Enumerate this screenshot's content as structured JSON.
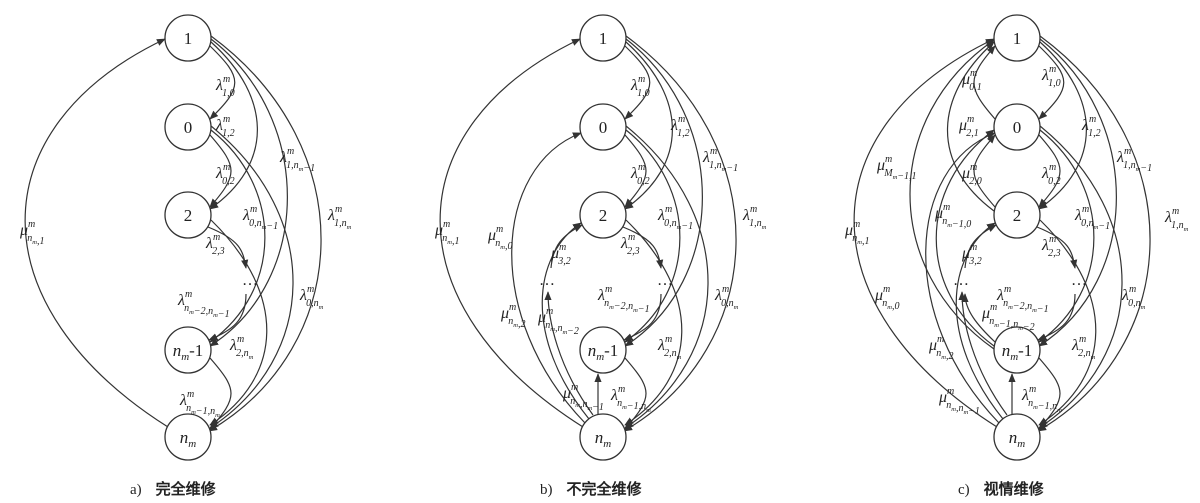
{
  "panels": [
    {
      "id": "a",
      "caption_letter": "a)",
      "caption_title": "完全维修",
      "nodes": [
        {
          "id": "n1",
          "label": "1"
        },
        {
          "id": "n0",
          "label": "0"
        },
        {
          "id": "n2",
          "label": "2"
        },
        {
          "id": "dots",
          "label": "…"
        },
        {
          "id": "nm1",
          "label": "n_m-1"
        },
        {
          "id": "nm",
          "label": "n_m"
        }
      ],
      "edge_labels": [
        {
          "sym": "λ",
          "sub": "1,0"
        },
        {
          "sym": "λ",
          "sub": "1,2"
        },
        {
          "sym": "λ",
          "sub": "1,n_m−1"
        },
        {
          "sym": "λ",
          "sub": "1,n_m"
        },
        {
          "sym": "λ",
          "sub": "0,2"
        },
        {
          "sym": "λ",
          "sub": "0,n_m−1"
        },
        {
          "sym": "λ",
          "sub": "2,3"
        },
        {
          "sym": "λ",
          "sub": "n_m−2,n_m−1"
        },
        {
          "sym": "λ",
          "sub": "0,n_m"
        },
        {
          "sym": "λ",
          "sub": "2,n_m"
        },
        {
          "sym": "λ",
          "sub": "n_m−1,n_m"
        },
        {
          "sym": "μ",
          "sub": "n_m,1"
        }
      ]
    },
    {
      "id": "b",
      "caption_letter": "b)",
      "caption_title": "不完全维修",
      "nodes": [
        {
          "id": "n1",
          "label": "1"
        },
        {
          "id": "n0",
          "label": "0"
        },
        {
          "id": "n2",
          "label": "2"
        },
        {
          "id": "dots",
          "label": "…"
        },
        {
          "id": "nm1",
          "label": "n_m-1"
        },
        {
          "id": "nm",
          "label": "n_m"
        }
      ],
      "edge_labels": [
        {
          "sym": "λ",
          "sub": "1,0"
        },
        {
          "sym": "λ",
          "sub": "1,2"
        },
        {
          "sym": "λ",
          "sub": "1,n_m−1"
        },
        {
          "sym": "λ",
          "sub": "1,n_m"
        },
        {
          "sym": "λ",
          "sub": "0,2"
        },
        {
          "sym": "λ",
          "sub": "0,n_m−1"
        },
        {
          "sym": "λ",
          "sub": "2,3"
        },
        {
          "sym": "λ",
          "sub": "n_m−2,n_m−1"
        },
        {
          "sym": "λ",
          "sub": "0,n_m"
        },
        {
          "sym": "λ",
          "sub": "2,n_m"
        },
        {
          "sym": "λ",
          "sub": "n_m−1,n_m"
        },
        {
          "sym": "μ",
          "sub": "n_m,1"
        },
        {
          "sym": "μ",
          "sub": "n_m,0"
        },
        {
          "sym": "μ",
          "sub": "3,2"
        },
        {
          "sym": "μ",
          "sub": "n_m,n_m−2"
        },
        {
          "sym": "μ",
          "sub": "n_m,2"
        },
        {
          "sym": "μ",
          "sub": "n_m,n_m−1"
        }
      ]
    },
    {
      "id": "c",
      "caption_letter": "c)",
      "caption_title": "视情维修",
      "nodes": [
        {
          "id": "n1",
          "label": "1"
        },
        {
          "id": "n0",
          "label": "0"
        },
        {
          "id": "n2",
          "label": "2"
        },
        {
          "id": "dots",
          "label": "…"
        },
        {
          "id": "nm1",
          "label": "n_m-1"
        },
        {
          "id": "nm",
          "label": "n_m"
        }
      ],
      "edge_labels": [
        {
          "sym": "μ",
          "sub": "0,1"
        },
        {
          "sym": "λ",
          "sub": "1,0"
        },
        {
          "sym": "μ",
          "sub": "2,1"
        },
        {
          "sym": "λ",
          "sub": "1,2"
        },
        {
          "sym": "μ",
          "sub": "M_m−1,1"
        },
        {
          "sym": "λ",
          "sub": "1,n_m−1"
        },
        {
          "sym": "μ",
          "sub": "2,0"
        },
        {
          "sym": "λ",
          "sub": "0,2"
        },
        {
          "sym": "μ",
          "sub": "n_m,1"
        },
        {
          "sym": "μ",
          "sub": "n_m−1,0"
        },
        {
          "sym": "λ",
          "sub": "0,n_m−1"
        },
        {
          "sym": "λ",
          "sub": "1,n_m"
        },
        {
          "sym": "μ",
          "sub": "3,2"
        },
        {
          "sym": "λ",
          "sub": "2,3"
        },
        {
          "sym": "μ",
          "sub": "n_m,0"
        },
        {
          "sym": "λ",
          "sub": "n_m−2,n_m−1"
        },
        {
          "sym": "μ",
          "sub": "n_m−1,n_m−2"
        },
        {
          "sym": "λ",
          "sub": "0,n_m"
        },
        {
          "sym": "μ",
          "sub": "n_m,2"
        },
        {
          "sym": "λ",
          "sub": "2,n_m"
        },
        {
          "sym": "μ",
          "sub": "n_m,n_m−1"
        },
        {
          "sym": "λ",
          "sub": "n_m−1,n_m"
        }
      ]
    }
  ]
}
